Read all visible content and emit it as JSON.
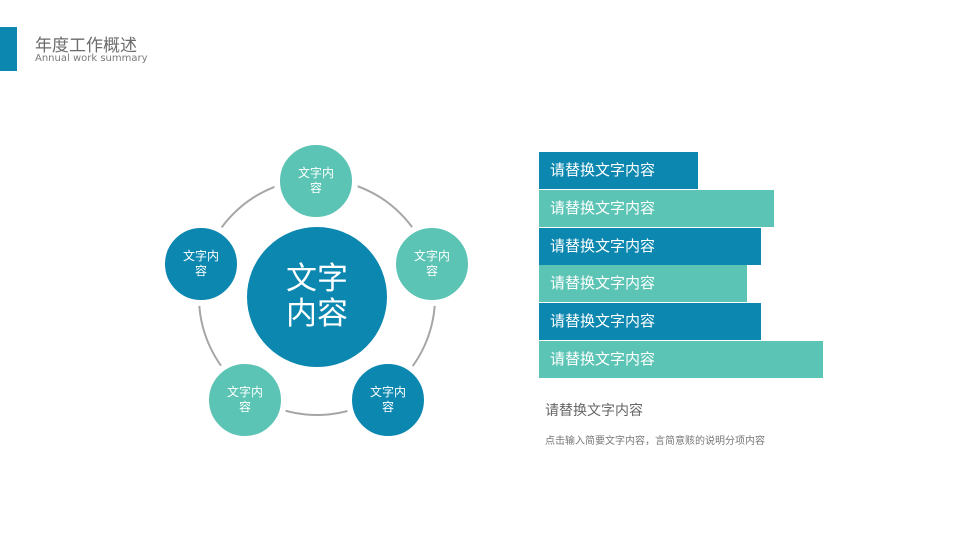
{
  "header": {
    "title": "年度工作概述",
    "subtitle": "Annual work summary"
  },
  "colors": {
    "dark": "#0b87b0",
    "teal": "#5bc4b4"
  },
  "diagram": {
    "center": "文字内容",
    "nodes": [
      "文字内容",
      "文字内容",
      "文字内容",
      "文字内容",
      "文字内容"
    ]
  },
  "bars": [
    "请替换文字内容",
    "请替换文字内容",
    "请替换文字内容",
    "请替换文字内容",
    "请替换文字内容",
    "请替换文字内容"
  ],
  "bar_values": [
    159,
    235,
    222,
    208,
    222,
    284
  ],
  "text": {
    "heading": "请替换文字内容",
    "description": "点击输入简要文字内容，言简意赅的说明分项内容"
  }
}
